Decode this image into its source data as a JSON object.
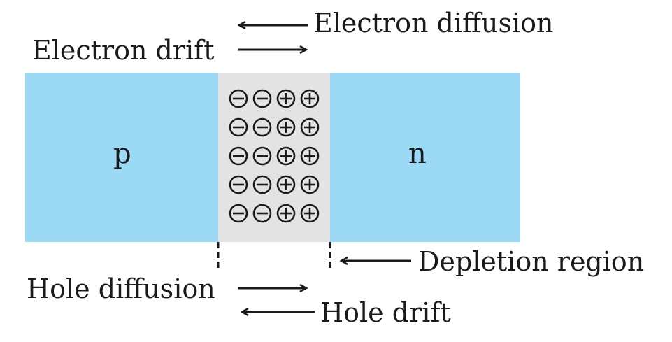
{
  "labels": {
    "electron_diffusion": "Electron diffusion",
    "electron_drift": "Electron drift",
    "hole_diffusion": "Hole diffusion",
    "hole_drift": "Hole drift",
    "depletion_region": "Depletion region",
    "p_side": "p",
    "n_side": "n"
  },
  "ions": {
    "rows": 5,
    "pattern": [
      "negative",
      "negative",
      "positive",
      "positive"
    ]
  },
  "colors": {
    "semiconductor": "#9cd9f5",
    "depletion": "#e3e3e3",
    "ink": "#1a1a1a"
  }
}
